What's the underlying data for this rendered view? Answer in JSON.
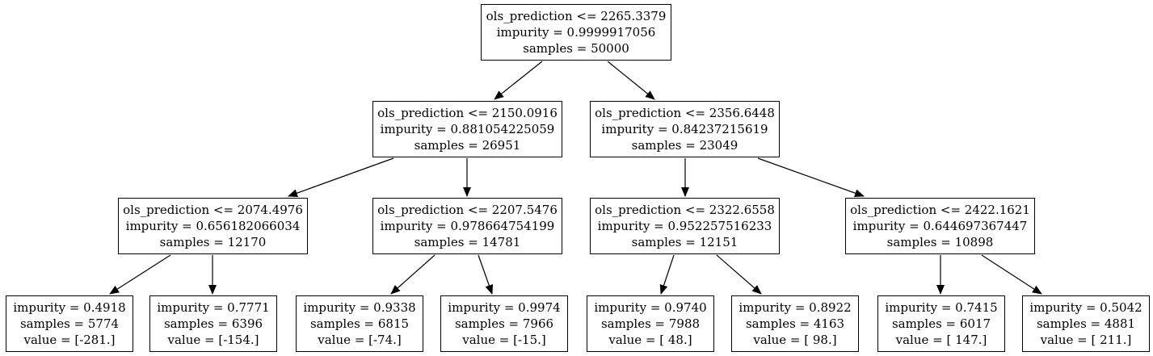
{
  "nodes": [
    {
      "id": "n0",
      "lines": [
        "ols_prediction <= 2265.3379",
        "impurity = 0.9999917056",
        "samples = 50000"
      ]
    },
    {
      "id": "n1",
      "lines": [
        "ols_prediction <= 2150.0916",
        "impurity = 0.881054225059",
        "samples = 26951"
      ]
    },
    {
      "id": "n2",
      "lines": [
        "ols_prediction <= 2356.6448",
        "impurity = 0.84237215619",
        "samples = 23049"
      ]
    },
    {
      "id": "n3",
      "lines": [
        "ols_prediction <= 2074.4976",
        "impurity = 0.656182066034",
        "samples = 12170"
      ]
    },
    {
      "id": "n4",
      "lines": [
        "ols_prediction <= 2207.5476",
        "impurity = 0.978664754199",
        "samples = 14781"
      ]
    },
    {
      "id": "n5",
      "lines": [
        "ols_prediction <= 2322.6558",
        "impurity = 0.952257516233",
        "samples = 12151"
      ]
    },
    {
      "id": "n6",
      "lines": [
        "ols_prediction <= 2422.1621",
        "impurity = 0.644697367447",
        "samples = 10898"
      ]
    },
    {
      "id": "n7",
      "lines": [
        "impurity = 0.4918",
        "samples = 5774",
        "value = [-281.]"
      ]
    },
    {
      "id": "n8",
      "lines": [
        "impurity = 0.7771",
        "samples = 6396",
        "value = [-154.]"
      ]
    },
    {
      "id": "n9",
      "lines": [
        "impurity = 0.9338",
        "samples = 6815",
        "value = [-74.]"
      ]
    },
    {
      "id": "n10",
      "lines": [
        "impurity = 0.9974",
        "samples = 7966",
        "value = [-15.]"
      ]
    },
    {
      "id": "n11",
      "lines": [
        "impurity = 0.9740",
        "samples = 7988",
        "value = [ 48.]"
      ]
    },
    {
      "id": "n12",
      "lines": [
        "impurity = 0.8922",
        "samples = 4163",
        "value = [ 98.]"
      ]
    },
    {
      "id": "n13",
      "lines": [
        "impurity = 0.7415",
        "samples = 6017",
        "value = [ 147.]"
      ]
    },
    {
      "id": "n14",
      "lines": [
        "impurity = 0.5042",
        "samples = 4881",
        "value = [ 211.]"
      ]
    }
  ],
  "edges": [
    [
      "n0",
      "n1"
    ],
    [
      "n0",
      "n2"
    ],
    [
      "n1",
      "n3"
    ],
    [
      "n1",
      "n4"
    ],
    [
      "n2",
      "n5"
    ],
    [
      "n2",
      "n6"
    ],
    [
      "n3",
      "n7"
    ],
    [
      "n3",
      "n8"
    ],
    [
      "n4",
      "n9"
    ],
    [
      "n4",
      "n10"
    ],
    [
      "n5",
      "n11"
    ],
    [
      "n5",
      "n12"
    ],
    [
      "n6",
      "n13"
    ],
    [
      "n6",
      "n14"
    ]
  ]
}
